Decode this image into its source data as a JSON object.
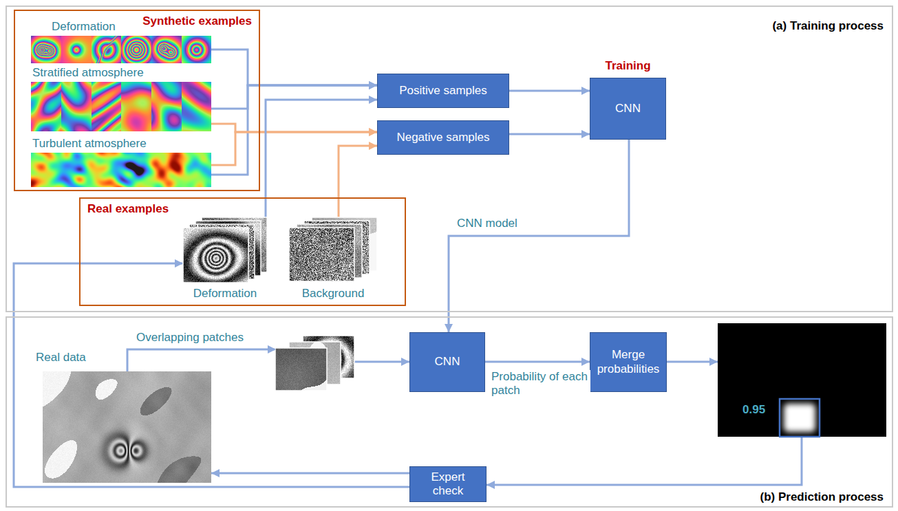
{
  "diagram": {
    "nodes": [
      {
        "text": [
          "(a) Training process"
        ]
      },
      {
        "text": [
          "Synthetic examples"
        ],
        "in": 0
      },
      {
        "text": [
          "Deformation"
        ],
        "in": 1
      },
      {
        "text": [
          "Stratified atmosphere"
        ],
        "in": 1
      },
      {
        "text": [
          "Turbulent atmosphere"
        ],
        "in": 1
      },
      {
        "text": [
          "Real examples"
        ],
        "in": 0
      },
      {
        "text": [
          "Deformation"
        ],
        "in": 5
      },
      {
        "text": [
          "Background"
        ],
        "in": 5
      },
      {
        "text": [
          "Positive samples"
        ],
        "in": 0
      },
      {
        "text": [
          "Negative samples"
        ],
        "in": 0
      },
      {
        "text": [
          "Training",
          "CNN"
        ],
        "in": 0
      },
      {
        "text": [
          "(b) Prediction process"
        ]
      },
      {
        "text": [
          "Real data"
        ],
        "in": 11
      },
      {
        "text": [
          "CNN"
        ],
        "in": 11
      },
      {
        "text": [
          "Merge probabilities"
        ],
        "in": 11
      },
      {
        "text": [
          "0.95"
        ],
        "in": 11
      },
      {
        "text": [
          "Expert check"
        ],
        "in": 11
      }
    ],
    "edges": [
      {
        "from": 2,
        "to": 8,
        "arrow": "to"
      },
      {
        "from": 3,
        "to": 8,
        "arrow": "to"
      },
      {
        "from": 4,
        "to": 8,
        "arrow": "to"
      },
      {
        "from": 3,
        "to": 9,
        "arrow": "to"
      },
      {
        "from": 4,
        "to": 9,
        "arrow": "to"
      },
      {
        "from": 6,
        "to": 8,
        "arrow": "to"
      },
      {
        "from": 7,
        "to": 9,
        "arrow": "to"
      },
      {
        "from": 8,
        "to": 10,
        "arrow": "to"
      },
      {
        "from": 9,
        "to": 10,
        "arrow": "to"
      },
      {
        "from": 10,
        "to": 13,
        "label": "CNN model",
        "arrow": "to"
      },
      {
        "from": 12,
        "to": 13,
        "label": "Overlapping patches",
        "arrow": "to"
      },
      {
        "from": 13,
        "to": 14,
        "label": "Probability of each patch",
        "arrow": "to"
      },
      {
        "from": 14,
        "to": 15,
        "arrow": "to"
      },
      {
        "from": 15,
        "to": 16,
        "arrow": "to"
      },
      {
        "from": 16,
        "to": 12,
        "arrow": "to"
      },
      {
        "from": 16,
        "to": 6,
        "arrow": "to"
      }
    ]
  }
}
